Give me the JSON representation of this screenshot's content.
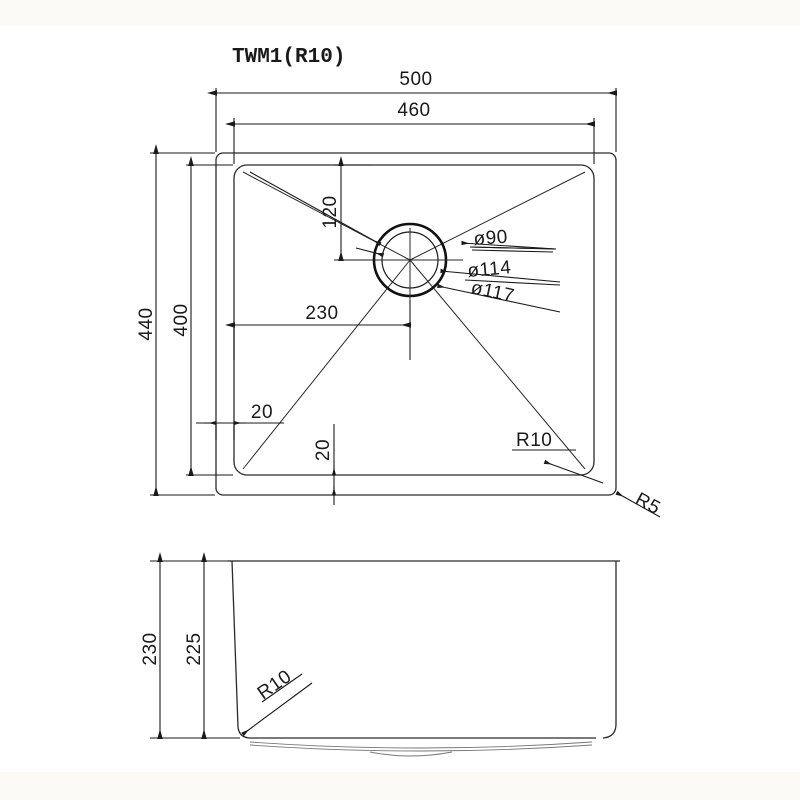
{
  "document": {
    "title": "TWM1(R10)",
    "type": "technical-drawing",
    "subject": "undermount kitchen sink",
    "units": "mm"
  },
  "colors": {
    "line": "#1a1a1a",
    "background": "#ffffff",
    "band": "#fbfaf7"
  },
  "plan_view": {
    "name": "plan-view",
    "dimensions": {
      "overall_width": "500",
      "bowl_width": "460",
      "overall_depth": "440",
      "bowl_depth": "400",
      "drain_from_top": "120",
      "drain_from_left": "230",
      "flange_left": "20",
      "flange_bottom": "20"
    },
    "drain": {
      "outer_diameter": "ø117",
      "mid_diameter": "ø114",
      "inner_diameter": "ø90"
    },
    "radii": {
      "bowl_corner": "R10",
      "flange_corner": "R5"
    }
  },
  "elevation_view": {
    "name": "elevation-view",
    "dimensions": {
      "overall_height": "230",
      "bowl_depth": "225"
    },
    "radii": {
      "bottom_corner": "R10"
    }
  },
  "labels": {
    "d500": "500",
    "d460": "460",
    "d440": "440",
    "d400": "400",
    "d120": "120",
    "d230": "230",
    "d20a": "20",
    "d20b": "20",
    "dia90": "ø90",
    "dia114": "ø114",
    "dia117": "ø117",
    "r10_plan": "R10",
    "r5_plan": "R5",
    "h230": "230",
    "h225": "225",
    "r10_elev": "R10"
  }
}
